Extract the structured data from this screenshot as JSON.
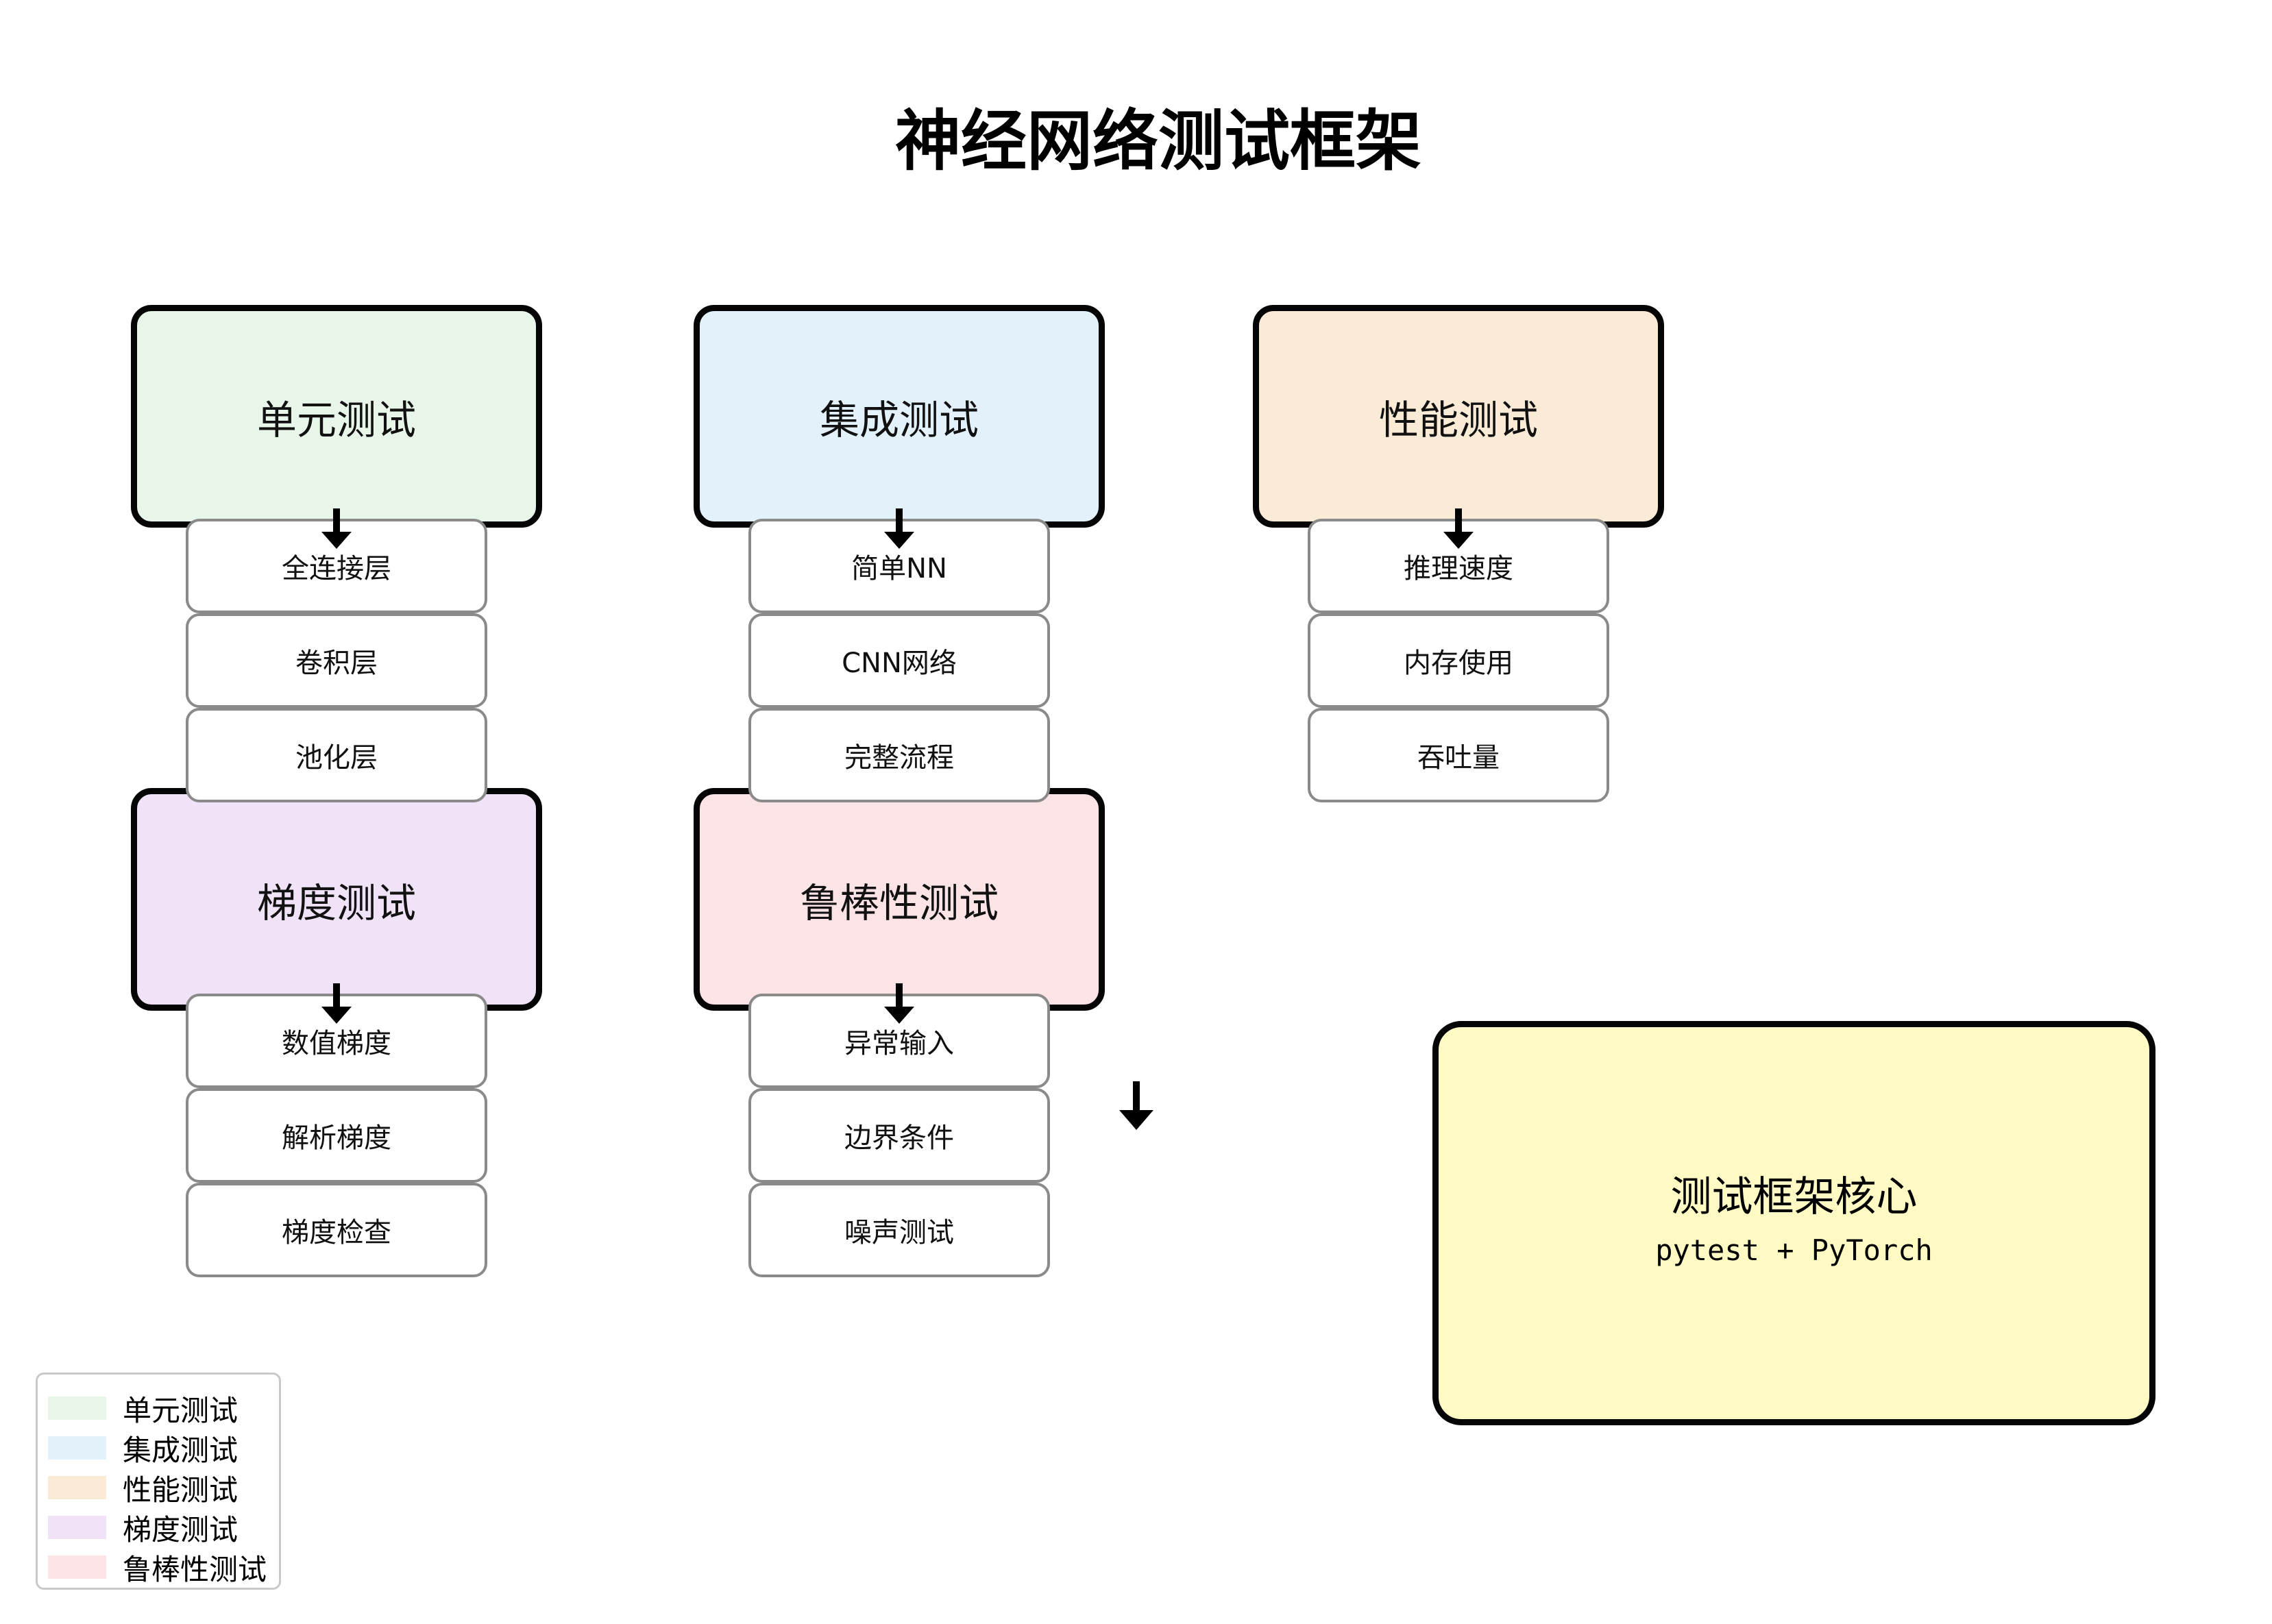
{
  "title": "神经网络测试框架",
  "groups": [
    {
      "label": "单元测试",
      "color": "#E8F5E9",
      "items": [
        "全连接层",
        "卷积层",
        "池化层"
      ]
    },
    {
      "label": "集成测试",
      "color": "#E3F1FB",
      "items": [
        "简单NN",
        "CNN网络",
        "完整流程"
      ]
    },
    {
      "label": "性能测试",
      "color": "#FAEBD7",
      "items": [
        "推理速度",
        "内存使用",
        "吞吐量"
      ]
    },
    {
      "label": "梯度测试",
      "color": "#F0E3F7",
      "items": [
        "数值梯度",
        "解析梯度",
        "梯度检查"
      ]
    },
    {
      "label": "鲁棒性测试",
      "color": "#FCE4E6",
      "items": [
        "异常输入",
        "边界条件",
        "噪声测试"
      ]
    }
  ],
  "core": {
    "title": "测试框架核心",
    "subtitle": "pytest + PyTorch",
    "color": "#FFF9C4"
  },
  "legend": [
    {
      "label": "单元测试",
      "color": "#E8F5E9"
    },
    {
      "label": "集成测试",
      "color": "#E3F1FB"
    },
    {
      "label": "性能测试",
      "color": "#FAEBD7"
    },
    {
      "label": "梯度测试",
      "color": "#F0E3F7"
    },
    {
      "label": "鲁棒性测试",
      "color": "#FCE4E6"
    }
  ],
  "icons": {
    "arrow_down": "↓"
  }
}
